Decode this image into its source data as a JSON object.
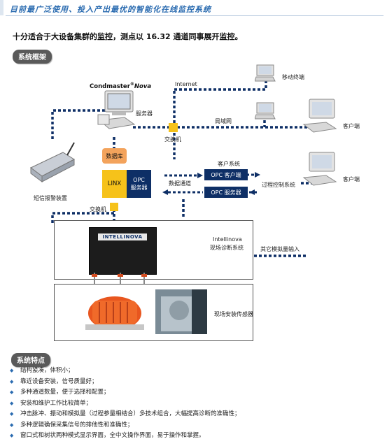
{
  "header": {
    "title": "目前最广泛使用、投入产出最优的智能化在线监控系统"
  },
  "intro": "十分适合于大设备集群的监控，测点以 16.32 通道同事展开监控。",
  "sections": {
    "framework": "系统框架",
    "features": "系统特点"
  },
  "diagram": {
    "brand": "Condmaster",
    "brand_sup": "®",
    "brand_italic": "Nova",
    "internet": "Internet",
    "mobile_terminal": "移动终端",
    "server": "服务器",
    "lan": "局域网",
    "client1": "客户端",
    "client2": "客户端",
    "switch_top": "交换机",
    "database": "数据库",
    "linx": "LINX",
    "opc_server_line1": "OPC",
    "opc_server_line2": "服务器",
    "client_system": "客户系统",
    "opc_client": "OPC 客户端",
    "opc_server": "OPC 服务器",
    "data_channel": "数据通道",
    "process_control": "过程控制系统",
    "sms_alarm": "短信报警装置",
    "switch_bottom": "交换机",
    "intellinova_name": "Intellinova",
    "intellinova_desc": "现场诊断系统",
    "device_logo": "INTELLINOVA",
    "other_analog": "其它模拟量输入",
    "field_sensors": "现场安装传感器"
  },
  "features": [
    "结构紧凑，体积小；",
    "靠近设备安装，信号质量好；",
    "多种通道数量，便于选择和配置；",
    "安装和维护工作比较简单；",
    "冲击脉冲、振动和模拟量（过程参量相结合）多技术组合，大幅提高诊断的准确性；",
    "多种逻辑确保采集信号的排他性和准确性；",
    "窗口式和树状两种模式显示界面，全中文操作界面，易于操作和掌握。"
  ],
  "colors": {
    "accent": "#2a6bb0",
    "navy": "#0e2f66",
    "linx_yellow": "#f6c21a",
    "db_orange": "#f3a35c"
  }
}
